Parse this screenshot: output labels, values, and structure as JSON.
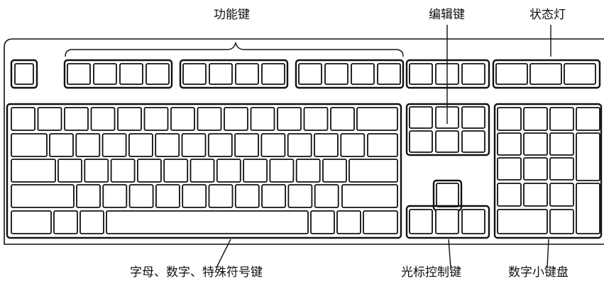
{
  "labels": {
    "function_keys": "功能键",
    "edit_keys": "编辑键",
    "status_lights": "状态灯",
    "typing_keys": "字母、数字、特殊符号键",
    "cursor_keys": "光标控制键",
    "numeric_keypad": "数字小键盘"
  },
  "colors": {
    "stroke": "#111111",
    "background": "#ffffff"
  }
}
